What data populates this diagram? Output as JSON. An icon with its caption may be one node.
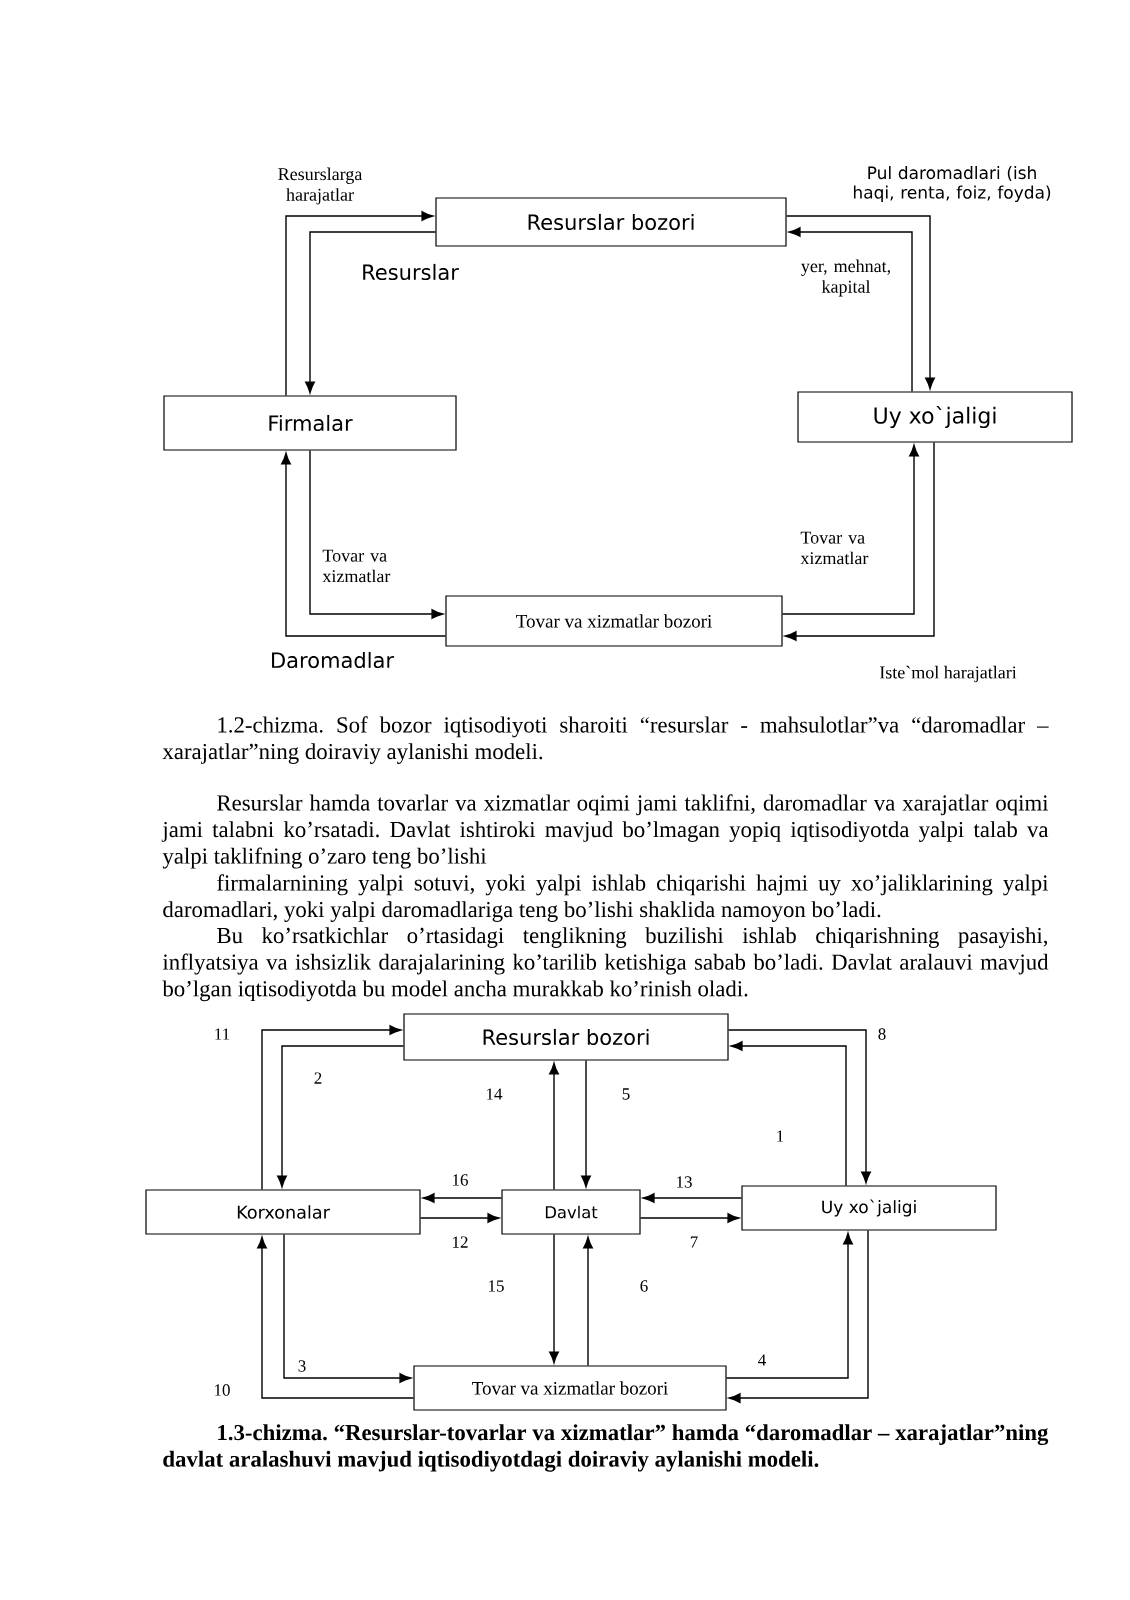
{
  "diagram": {
    "nodes": [
      {
        "text": [
          "Resurslar bozori"
        ]
      },
      {
        "text": [
          "Firmalar"
        ]
      },
      {
        "text": [
          "Uy xo`jaligi"
        ]
      },
      {
        "text": [
          "Tovar va xizmatlar bozori"
        ]
      },
      {
        "text": [
          "Resurslar bozori"
        ]
      },
      {
        "text": [
          "Korxonalar"
        ]
      },
      {
        "text": [
          "Davlat"
        ]
      },
      {
        "text": [
          "Uy xo`jaligi"
        ]
      },
      {
        "text": [
          "Tovar va xizmatlar bozori"
        ]
      }
    ],
    "edges": [
      {
        "from": 1,
        "to": 0,
        "arrow": "to",
        "label": "Resurslarga harajatlar"
      },
      {
        "from": 0,
        "to": 1,
        "arrow": "to",
        "label": "Resurslar"
      },
      {
        "from": 0,
        "to": 2,
        "arrow": "to",
        "label": "Pul daromadlari (ish haqi, renta, foiz, foyda)"
      },
      {
        "from": 2,
        "to": 0,
        "arrow": "to",
        "label": "yer, mehnat, kapital"
      },
      {
        "from": 1,
        "to": 3,
        "arrow": "to",
        "label": "Tovar va xizmatlar"
      },
      {
        "from": 3,
        "to": 1,
        "arrow": "to",
        "label": "Daromadlar"
      },
      {
        "from": 3,
        "to": 2,
        "arrow": "to",
        "label": "Tovar va xizmatlar"
      },
      {
        "from": 2,
        "to": 3,
        "arrow": "to",
        "label": "Iste`mol harajatlari"
      },
      {
        "from": 5,
        "to": 4,
        "arrow": "to",
        "label": "11"
      },
      {
        "from": 4,
        "to": 5,
        "arrow": "to",
        "label": "2"
      },
      {
        "from": 4,
        "to": 7,
        "arrow": "to",
        "label": "8"
      },
      {
        "from": 7,
        "to": 4,
        "arrow": "to",
        "label": "1"
      },
      {
        "from": 6,
        "to": 4,
        "arrow": "to",
        "label": "14"
      },
      {
        "from": 4,
        "to": 6,
        "arrow": "to",
        "label": "5"
      },
      {
        "from": 6,
        "to": 5,
        "arrow": "to",
        "label": "16"
      },
      {
        "from": 5,
        "to": 6,
        "arrow": "to",
        "label": "12"
      },
      {
        "from": 7,
        "to": 6,
        "arrow": "to",
        "label": "13"
      },
      {
        "from": 6,
        "to": 7,
        "arrow": "to",
        "label": "7"
      },
      {
        "from": 6,
        "to": 8,
        "arrow": "to",
        "label": "15"
      },
      {
        "from": 8,
        "to": 6,
        "arrow": "to",
        "label": "6"
      },
      {
        "from": 5,
        "to": 8,
        "arrow": "to",
        "label": "3"
      },
      {
        "from": 8,
        "to": 5,
        "arrow": "to",
        "label": "10"
      },
      {
        "from": 8,
        "to": 7,
        "arrow": "to",
        "label": "4"
      },
      {
        "from": 7,
        "to": 8,
        "arrow": "to"
      }
    ],
    "labels": [
      "1.2-chizma. Sof bozor iqtisodiyoti sharoiti “resurslar - mahsulotlar”va “daromadlar – xarajatlar”ning doiraviy aylanishi modeli.",
      "Resurslar hamda tovarlar va xizmatlar oqimi jami taklifni, daromadlar va xarajatlar oqimi jami talabni ko’rsatadi. Davlat ishtiroki mavjud bo’lmagan yopiq iqtisodiyotda yalpi talab va yalpi taklifning o’zaro teng bo’lishi",
      "firmalarnining yalpi sotuvi, yoki yalpi ishlab chiqarishi hajmi uy xo’jaliklarining yalpi daromadlari, yoki yalpi daromadlariga teng bo’lishi shaklida namoyon bo’ladi.",
      "Bu ko’rsatkichlar o’rtasidagi tenglikning buzilishi ishlab chiqarishning pasayishi, inflyatsiya va ishsizlik darajalarining ko’tarilib ketishiga sabab bo’ladi. Davlat aralauvi mavjud bo’lgan iqtisodiyotda bu model ancha murakkab ko’rinish oladi.",
      "1.3-chizma. “Resurslar-tovarlar va xizmatlar” hamda “daromadlar – xarajatlar”ning davlat aralashuvi mavjud iqtisodiyotdagi doiraviy aylanishi modeli."
    ]
  }
}
